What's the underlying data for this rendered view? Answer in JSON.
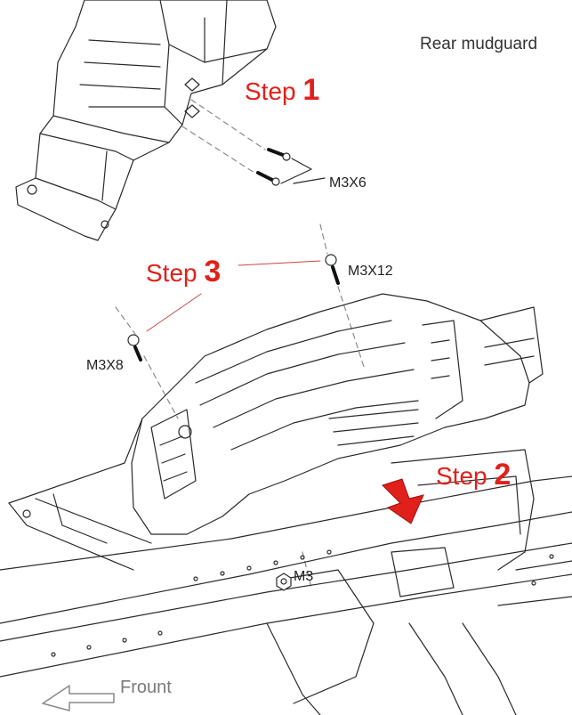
{
  "title": "Rear mudguard",
  "steps": [
    {
      "word": "Step",
      "num": "1"
    },
    {
      "word": "Step",
      "num": "2"
    },
    {
      "word": "Step",
      "num": "3"
    }
  ],
  "parts": [
    "M3X6",
    "M3X12",
    "M3X8",
    "M3"
  ],
  "front_label": "Frount",
  "colors": {
    "step": "#e0201a",
    "line": "#2a2a2a",
    "hidden_line": "#9a9a9a",
    "arrow": "#e0201a"
  }
}
